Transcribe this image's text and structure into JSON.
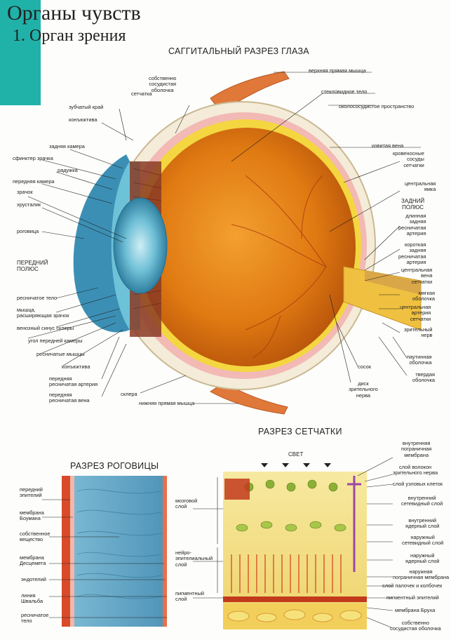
{
  "title": "Органы чувств",
  "subtitle": "1.  Орган зрения",
  "sections": {
    "sagittal": "САГГИТАЛЬНЫЙ РАЗРЕЗ ГЛАЗА",
    "retina": "РАЗРЕЗ СЕТЧАТКИ",
    "cornea": "РАЗРЕЗ РОГОВИЦЫ"
  },
  "eye_labels": {
    "sclera_vascular": "собственно\nсосудистая\nоболочка",
    "superior_rectus": "верхняя прямая мышца",
    "vitreous": "стекловидное тело",
    "ciliary_vessels": "сетчатка",
    "perichoroidal": "околососудистое пространство",
    "ora_serrata": "зубчатый край",
    "conjunctiva_top": "конъюктива",
    "posterior_chamber": "задняя камера",
    "vortex_vein": "извитая вена",
    "sphincter": "сфинктер зрачка",
    "retinal_vessels": "кровеносные\nсосуды\nсетчатки",
    "iris": "радужка",
    "anterior_chamber": "передняя камера",
    "pupil": "зрачок",
    "macula": "центральная\nямка",
    "lens": "хрусталик",
    "posterior_pole": "ЗАДНИЙ\nПОЛЮС",
    "long_ciliary": "длинная\nзадняя\nресничатая\nартерия",
    "cornea": "роговица",
    "short_ciliary": "короткая\nзадняя\nресничатая\nартерия",
    "anterior_pole": "ПЕРЕДНИЙ\nПОЛЮС",
    "central_vein": "центральная\nвена\nсетчатки",
    "ciliary_body": "ресничатое тело",
    "pia": "мягкая\nоболочка",
    "dilator": "мышца,\nрасширяющая зрачок",
    "central_artery": "центральная\nартерия\nсетчатки",
    "venous_sinus": "венозный синус склеры",
    "optic_nerve": "зрительный\nнерв",
    "angle": "угол передней камеры",
    "ciliary_muscles": "ресничатые мышцы",
    "arachnoid": "паутинная\nоболочка",
    "conjunctiva_bottom": "конъюктива",
    "papilla": "сосок",
    "anterior_ciliary_artery": "передняя\nресничатая артерия",
    "dura": "твердая\nоболочка",
    "anterior_ciliary_vein": "передняя\nресничатая вена",
    "sclera": "склера",
    "optic_disc": "диск\nзрительного\nнерва",
    "inferior_rectus": "нижняя прямая мышца"
  },
  "retina_labels": {
    "light": "СВЕТ",
    "inner_membrane": "внутренняя\nпограничная\nмембрана",
    "nerve_fibers": "слой волокон\nзрительного нерва",
    "ganglion": "слой узловых клеток",
    "inner_plexiform": "внутренний\nсетевидный слой",
    "inner_nuclear": "внутренний\nядерный слой",
    "outer_plexiform": "наружный\nсетевидный слой",
    "outer_nuclear": "наружный\nядерный слой",
    "outer_membrane": "наружная\nпограничная мембрана",
    "rods_cones": "слой палочек и колбочек",
    "pigment_epithelium": "пигментный эпителий",
    "bruch": "мембрана Бруха",
    "choroid": "собственно\nсосудистая оболочка",
    "brain_layer": "мозговой\nслой",
    "neuro_epithelial": "нейро-\nэпителиальный\nслой",
    "pigment_layer": "пигментный\nслой"
  },
  "cornea_labels": {
    "anterior_epithelium": "передний\nэпителий",
    "bowman": "мембрана\nБоумана",
    "substance": "собственное\nвещество",
    "descemet": "мембрана\nДесцемета",
    "endothelium": "эндотелий",
    "schwalbe": "линия\nШвальба",
    "ciliary_body": "ресничатое\nтело"
  },
  "colors": {
    "teal_band": "#20b2a8",
    "globe": "#e07a12",
    "globe_dark": "#b5520a",
    "lens": "#4aa8c8",
    "sclera": "#f4ecd8",
    "muscle": "#e0783a",
    "retina_bg": "#f6e38a",
    "cornea_bg": "#6aaec8"
  }
}
